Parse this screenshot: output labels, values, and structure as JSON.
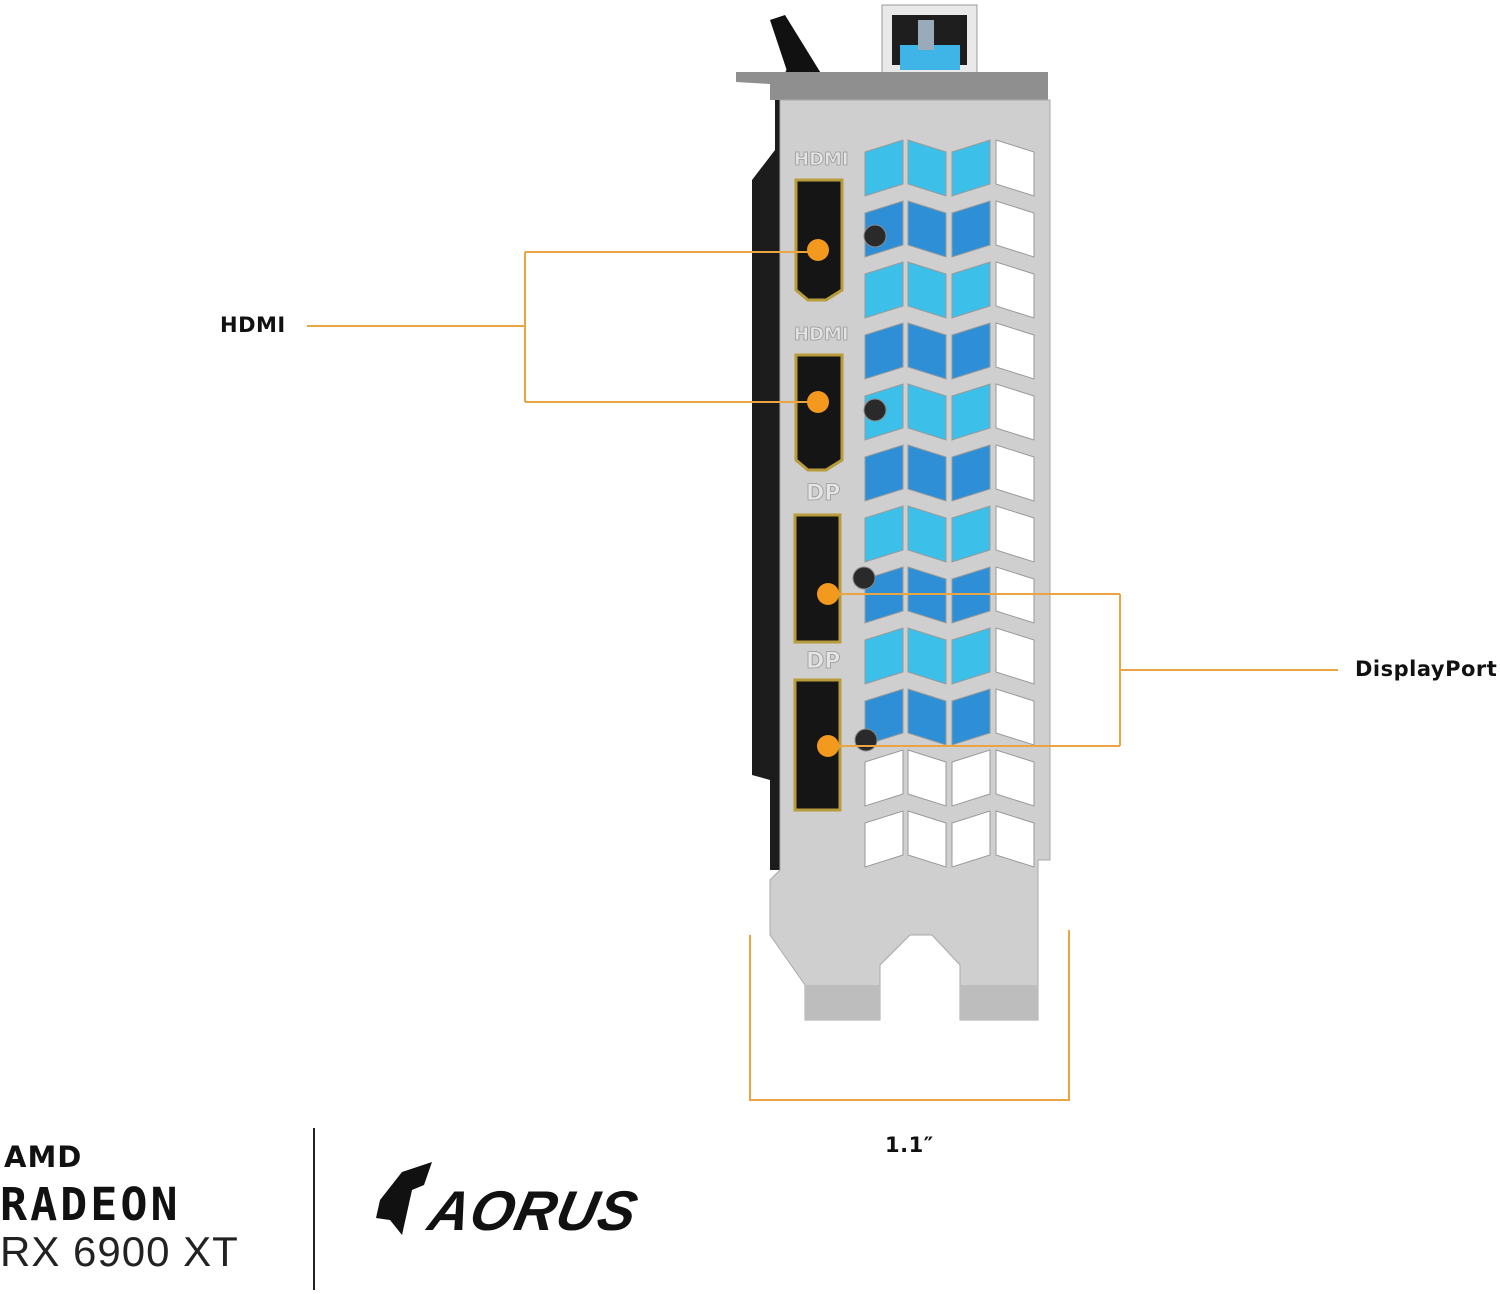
{
  "callouts": {
    "hdmi": "HDMI",
    "displayport": "DisplayPort",
    "width_dimension": "1.1″"
  },
  "port_markings": [
    "HDMI",
    "HDMI",
    "DP",
    "DP"
  ],
  "branding": {
    "amd": "AMD",
    "radeon": "RADEON",
    "model": "RX 6900 XT",
    "aorus": "AORUS"
  },
  "colors": {
    "callout_orange": "#f39a1e",
    "line_orange": "#e9a542",
    "bracket_silver": "#c9c9c9",
    "vent_blue": "#2ea8e0"
  }
}
